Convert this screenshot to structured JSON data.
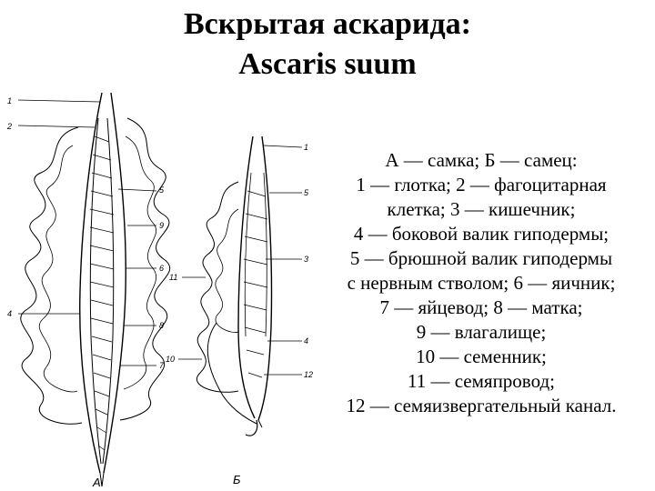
{
  "title": {
    "line1": "Вскрытая   аскарида:",
    "line2": "Ascaris suum"
  },
  "caption": [
    "А — самка; Б — самец:",
    "1 — глотка; 2 — фагоцитарная",
    "клетка; 3 — кишечник;",
    "4 — боковой  валик  гиподермы;",
    "5 — брюшной  валик  гиподермы",
    "с  нервным стволом; 6 — яичник;",
    "7 — яйцевод;   8 — матка;",
    "9 — влагалище;",
    "10 — семенник;",
    "11 — семяпровод;",
    "12 — семяизвергательный  канал."
  ],
  "figure": {
    "female_left_labels": [
      "1",
      "2",
      "4"
    ],
    "female_right_labels": [
      "5",
      "9",
      "6",
      "8",
      "7"
    ],
    "female_letter": "А",
    "male_right_labels": [
      "1",
      "5",
      "3",
      "4",
      "12"
    ],
    "male_left_labels": [
      "11",
      "10"
    ],
    "male_letter": "Б"
  }
}
